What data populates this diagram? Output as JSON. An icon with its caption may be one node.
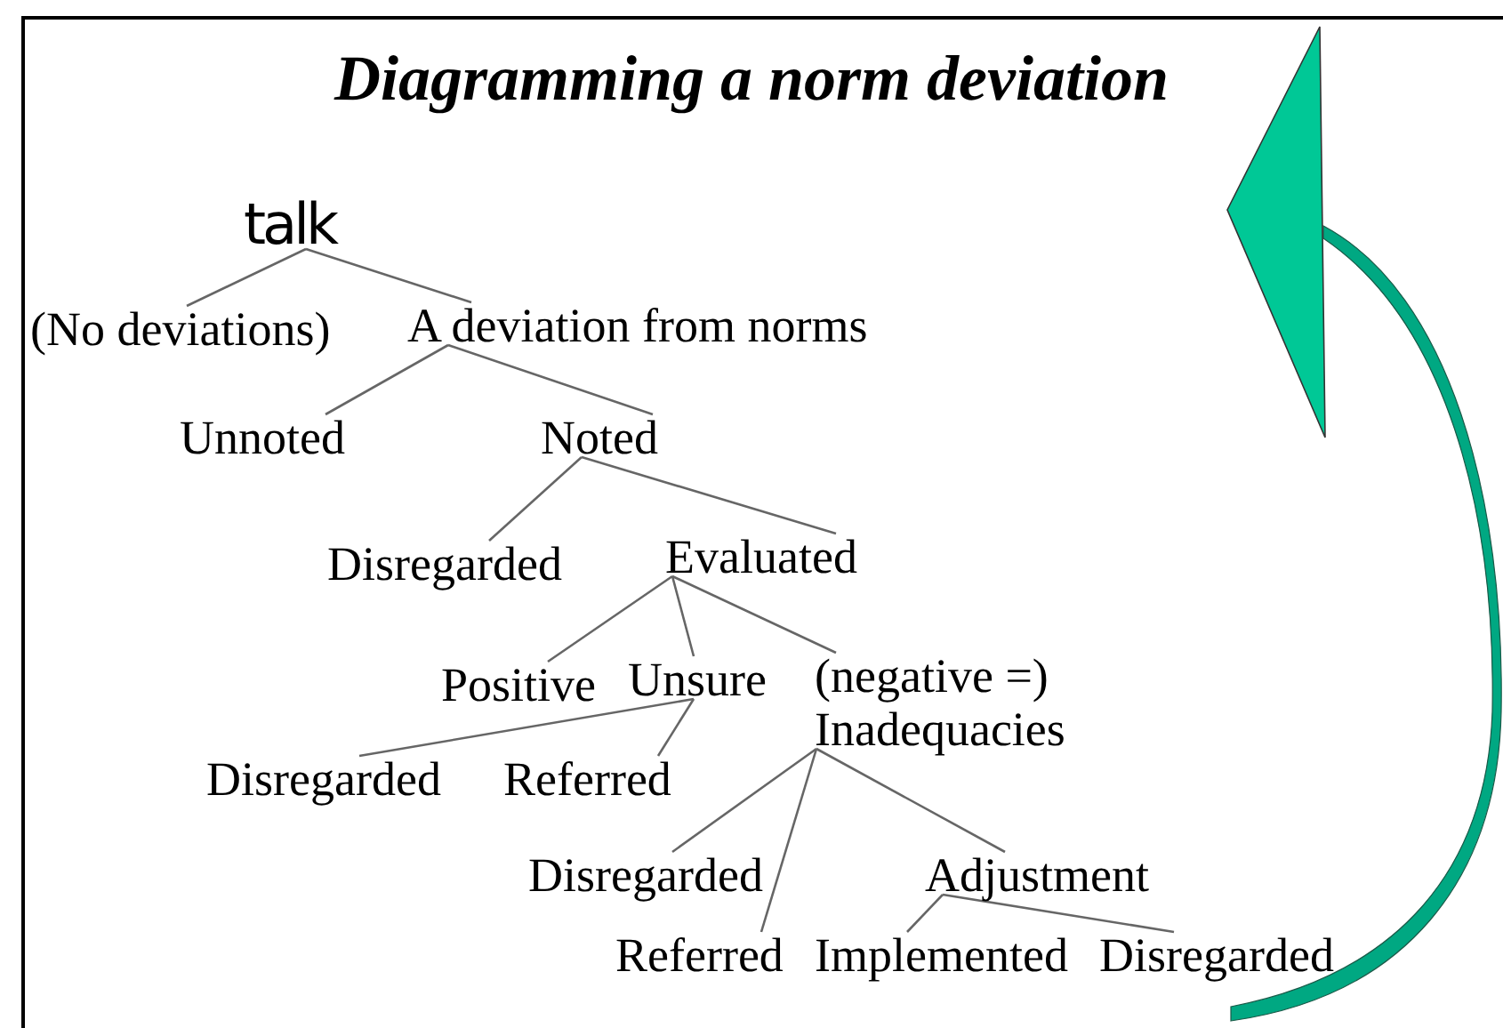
{
  "diagram": {
    "title": "Diagramming a norm deviation",
    "nodes": [
      {
        "text": [
          "talk"
        ]
      },
      {
        "text": [
          "(No deviations)"
        ]
      },
      {
        "text": [
          "A deviation from norms"
        ]
      },
      {
        "text": [
          "Unnoted"
        ]
      },
      {
        "text": [
          "Noted"
        ]
      },
      {
        "text": [
          "Disregarded"
        ]
      },
      {
        "text": [
          "Evaluated"
        ]
      },
      {
        "text": [
          "Positive"
        ]
      },
      {
        "text": [
          "Unsure"
        ]
      },
      {
        "text": [
          "(negative =) Inadequacies"
        ]
      },
      {
        "text": [
          "Disregarded"
        ]
      },
      {
        "text": [
          "Referred"
        ]
      },
      {
        "text": [
          "Disregarded"
        ]
      },
      {
        "text": [
          "Adjustment"
        ]
      },
      {
        "text": [
          "Referred"
        ]
      },
      {
        "text": [
          "Implemented"
        ]
      },
      {
        "text": [
          "Disregarded"
        ]
      }
    ],
    "edges": [
      {
        "from": 0,
        "to": 1,
        "arrow": "none"
      },
      {
        "from": 0,
        "to": 2,
        "arrow": "none"
      },
      {
        "from": 2,
        "to": 3,
        "arrow": "none"
      },
      {
        "from": 2,
        "to": 4,
        "arrow": "none"
      },
      {
        "from": 4,
        "to": 5,
        "arrow": "none"
      },
      {
        "from": 4,
        "to": 6,
        "arrow": "none"
      },
      {
        "from": 6,
        "to": 7,
        "arrow": "none"
      },
      {
        "from": 6,
        "to": 8,
        "arrow": "none"
      },
      {
        "from": 6,
        "to": 9,
        "arrow": "none"
      },
      {
        "from": 8,
        "to": 10,
        "arrow": "none"
      },
      {
        "from": 8,
        "to": 11,
        "arrow": "none"
      },
      {
        "from": 9,
        "to": 12,
        "arrow": "none"
      },
      {
        "from": 9,
        "to": 14,
        "arrow": "none"
      },
      {
        "from": 9,
        "to": 13,
        "arrow": "none"
      },
      {
        "from": 13,
        "to": 15,
        "arrow": "none"
      },
      {
        "from": 13,
        "to": 16,
        "arrow": "none"
      }
    ]
  }
}
